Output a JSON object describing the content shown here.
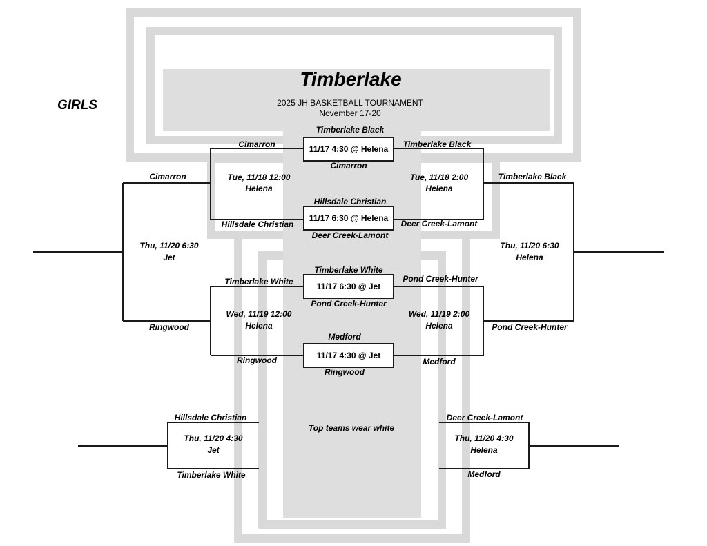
{
  "title": "Timberlake",
  "division": "GIRLS",
  "subtitle": "2025 JH BASKETBALL TOURNAMENT",
  "dates": "November 17-20",
  "note": "Top teams wear white",
  "colors": {
    "line": "#1a1a1a",
    "watermark": "#d9d9d9"
  },
  "first_round": [
    {
      "top": "Timberlake Black",
      "bottom": "Cimarron",
      "info": "11/17 4:30 @ Helena"
    },
    {
      "top": "Hillsdale Christian",
      "bottom": "Deer Creek-Lamont",
      "info": "11/17 6:30 @ Helena"
    },
    {
      "top": "Timberlake White",
      "bottom": "Pond Creek-Hunter",
      "info": "11/17 6:30 @ Jet"
    },
    {
      "top": "Medford",
      "bottom": "Ringwood",
      "info": "11/17 4:30 @ Jet"
    }
  ],
  "consolation": {
    "top": {
      "game1_team": "Cimarron",
      "game2_team": "Hillsdale Christian",
      "day": "Tue, 11/18 12:00",
      "site": "Helena"
    },
    "bottom": {
      "game1_team": "Timberlake White",
      "game2_team": "Ringwood",
      "day": "Wed, 11/19 12:00",
      "site": "Helena"
    },
    "final": {
      "top_team": "Cimarron",
      "bottom_team": "Ringwood",
      "day": "Thu, 11/20 6:30",
      "site": "Jet"
    }
  },
  "championship": {
    "top": {
      "game1_team": "Timberlake Black",
      "game2_team": "Deer Creek-Lamont",
      "day": "Tue, 11/18 2:00",
      "site": "Helena"
    },
    "bottom": {
      "game1_team": "Pond Creek-Hunter",
      "game2_team": "Medford",
      "day": "Wed, 11/19 2:00",
      "site": "Helena"
    },
    "final": {
      "top_team": "Timberlake Black",
      "bottom_team": "Pond Creek-Hunter",
      "day": "Thu, 11/20 6:30",
      "site": "Helena"
    }
  },
  "placement_left": {
    "top_team": "Hillsdale Christian",
    "bottom_team": "Timberlake White",
    "day": "Thu, 11/20 4:30",
    "site": "Jet"
  },
  "placement_right": {
    "top_team": "Deer Creek-Lamont",
    "bottom_team": "Medford",
    "day": "Thu, 11/20 4:30",
    "site": "Helena"
  }
}
